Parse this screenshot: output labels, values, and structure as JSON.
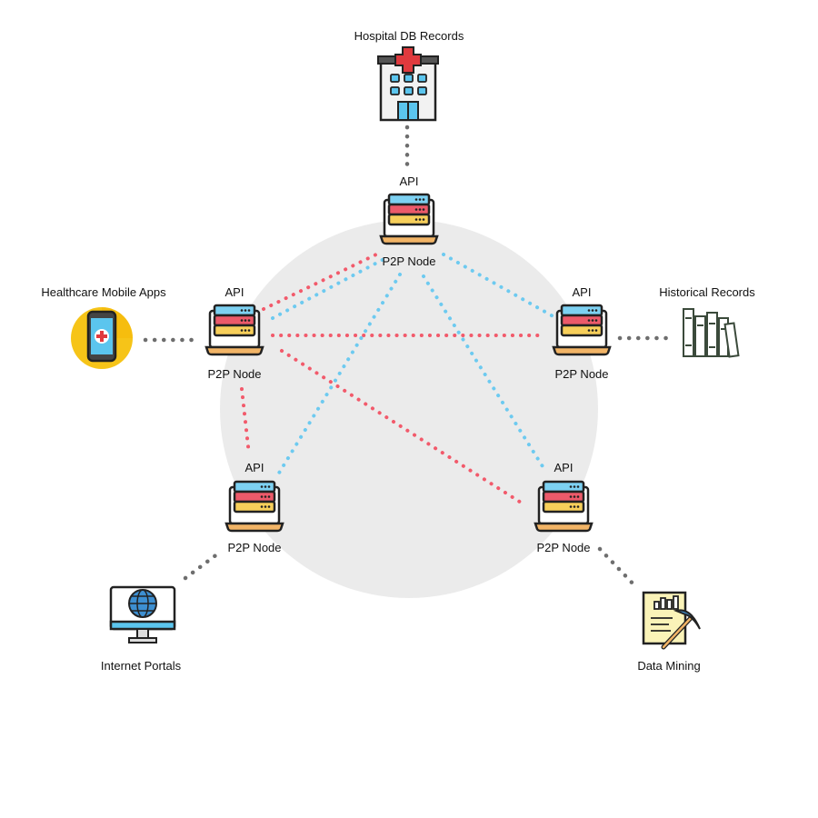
{
  "diagram": {
    "colors": {
      "circle": "#ebebeb",
      "link_red": "#f25a6b",
      "link_blue": "#6dcaf0",
      "link_gray": "#6e6e6e",
      "server_top": "#7dd1f2",
      "server_mid": "#ec5a6a",
      "server_bottom": "#f7cf5a",
      "laptop_base": "#f2b466"
    },
    "nodes": [
      {
        "id": "top",
        "api_label": "API",
        "node_label": "P2P Node"
      },
      {
        "id": "left",
        "api_label": "API",
        "node_label": "P2P Node"
      },
      {
        "id": "right",
        "api_label": "API",
        "node_label": "P2P Node"
      },
      {
        "id": "bl",
        "api_label": "API",
        "node_label": "P2P Node"
      },
      {
        "id": "br",
        "api_label": "API",
        "node_label": "P2P Node"
      }
    ],
    "sources": [
      {
        "id": "hospital",
        "label": "Hospital DB Records",
        "icon": "hospital-icon"
      },
      {
        "id": "mobile",
        "label": "Healthcare Mobile Apps",
        "icon": "mobile-phone-icon"
      },
      {
        "id": "historical",
        "label": "Historical Records",
        "icon": "books-icon"
      },
      {
        "id": "internet",
        "label": "Internet Portals",
        "icon": "globe-monitor-icon"
      },
      {
        "id": "mining",
        "label": "Data Mining",
        "icon": "pickaxe-document-icon"
      }
    ],
    "links": [
      {
        "from": "left",
        "to": "top",
        "color": "red"
      },
      {
        "from": "left",
        "to": "top",
        "color": "blue"
      },
      {
        "from": "left",
        "to": "right",
        "color": "red"
      },
      {
        "from": "left",
        "to": "br",
        "color": "red"
      },
      {
        "from": "left",
        "to": "bl",
        "color": "red"
      },
      {
        "from": "top",
        "to": "right",
        "color": "blue"
      },
      {
        "from": "top",
        "to": "bl",
        "color": "blue"
      },
      {
        "from": "top",
        "to": "br",
        "color": "blue"
      },
      {
        "from": "hospital",
        "to": "top",
        "color": "gray"
      },
      {
        "from": "mobile",
        "to": "left",
        "color": "gray"
      },
      {
        "from": "historical",
        "to": "right",
        "color": "gray"
      },
      {
        "from": "internet",
        "to": "bl",
        "color": "gray"
      },
      {
        "from": "mining",
        "to": "br",
        "color": "gray"
      }
    ]
  }
}
